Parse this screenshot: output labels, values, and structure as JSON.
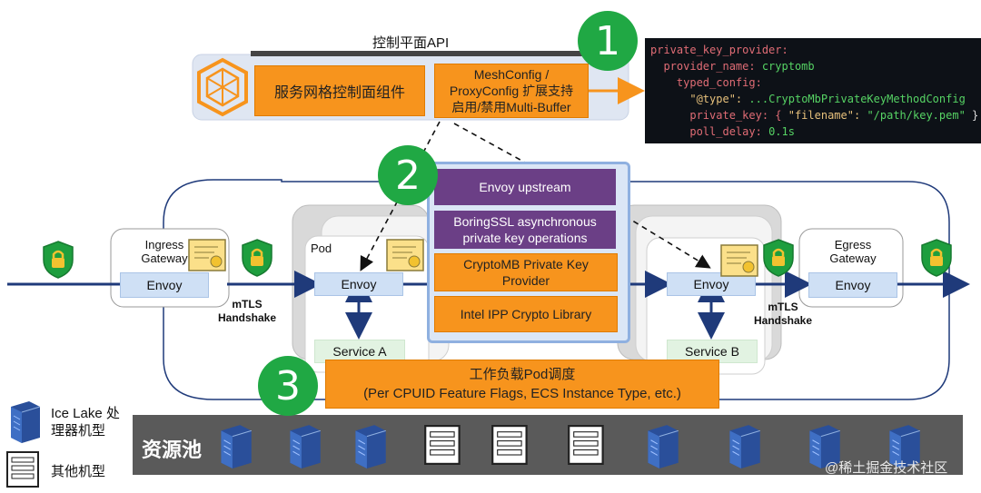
{
  "control_plane": {
    "api_label": "控制平面API",
    "component_label": "服务网格控制面组件",
    "meshconfig_line1": "MeshConfig /",
    "meshconfig_line2": "ProxyConfig 扩展支持",
    "meshconfig_line3": "启用/禁用Multi-Buffer"
  },
  "steps": {
    "one": "1",
    "two": "2",
    "three": "3"
  },
  "config_code": {
    "line1": "private_key_provider:",
    "line2_key": "provider_name: ",
    "line2_val": "cryptomb",
    "line3": "typed_config:",
    "line4_key": "\"@type\": ",
    "line4_val": "...CryptoMbPrivateKeyMethodConfig",
    "line5_key": "private_key: { ",
    "line5_k2": "\"filename\": ",
    "line5_val": "\"/path/key.pem\"",
    "line5_end": " }",
    "line6_key": "poll_delay: ",
    "line6_val": "0.1s"
  },
  "stack": {
    "envoy_upstream": "Envoy upstream",
    "boringssl_line1": "BoringSSL asynchronous",
    "boringssl_line2": "private key operations",
    "cryptomb_line1": "CryptoMB Private Key",
    "cryptomb_line2": "Provider",
    "ipp": "Intel IPP Crypto Library"
  },
  "ingress": {
    "line1": "Ingress",
    "line2": "Gateway",
    "envoy": "Envoy"
  },
  "egress": {
    "line1": "Egress",
    "line2": "Gateway",
    "envoy": "Envoy"
  },
  "pod_a": {
    "label": "Pod",
    "envoy": "Envoy",
    "service": "Service A"
  },
  "pod_b": {
    "envoy": "Envoy",
    "service": "Service B"
  },
  "mtls_left": {
    "line1": "mTLS",
    "line2": "Handshake"
  },
  "mtls_right": {
    "line1": "mTLS",
    "line2": "Handshake"
  },
  "scheduling": {
    "line1": "工作负载Pod调度",
    "line2": "(Per CPUID Feature Flags, ECS Instance Type, etc.)"
  },
  "resource_pool": {
    "label": "资源池"
  },
  "legend": {
    "icelake_line1": "Ice Lake 处",
    "icelake_line2": "理器机型",
    "other": "其他机型"
  },
  "watermark": "@稀土掘金技术社区",
  "icons": {
    "control_plane": "istio-hexagon-icon",
    "lock": "shield-lock-icon",
    "cert": "certificate-icon",
    "icelake": "blue-server-icon",
    "other": "rack-server-icon"
  },
  "colors": {
    "orange": "#f7941d",
    "purple": "#6b3f86",
    "green": "#20a844",
    "navy": "#1f3a7a",
    "pool": "#5a5a5a"
  }
}
